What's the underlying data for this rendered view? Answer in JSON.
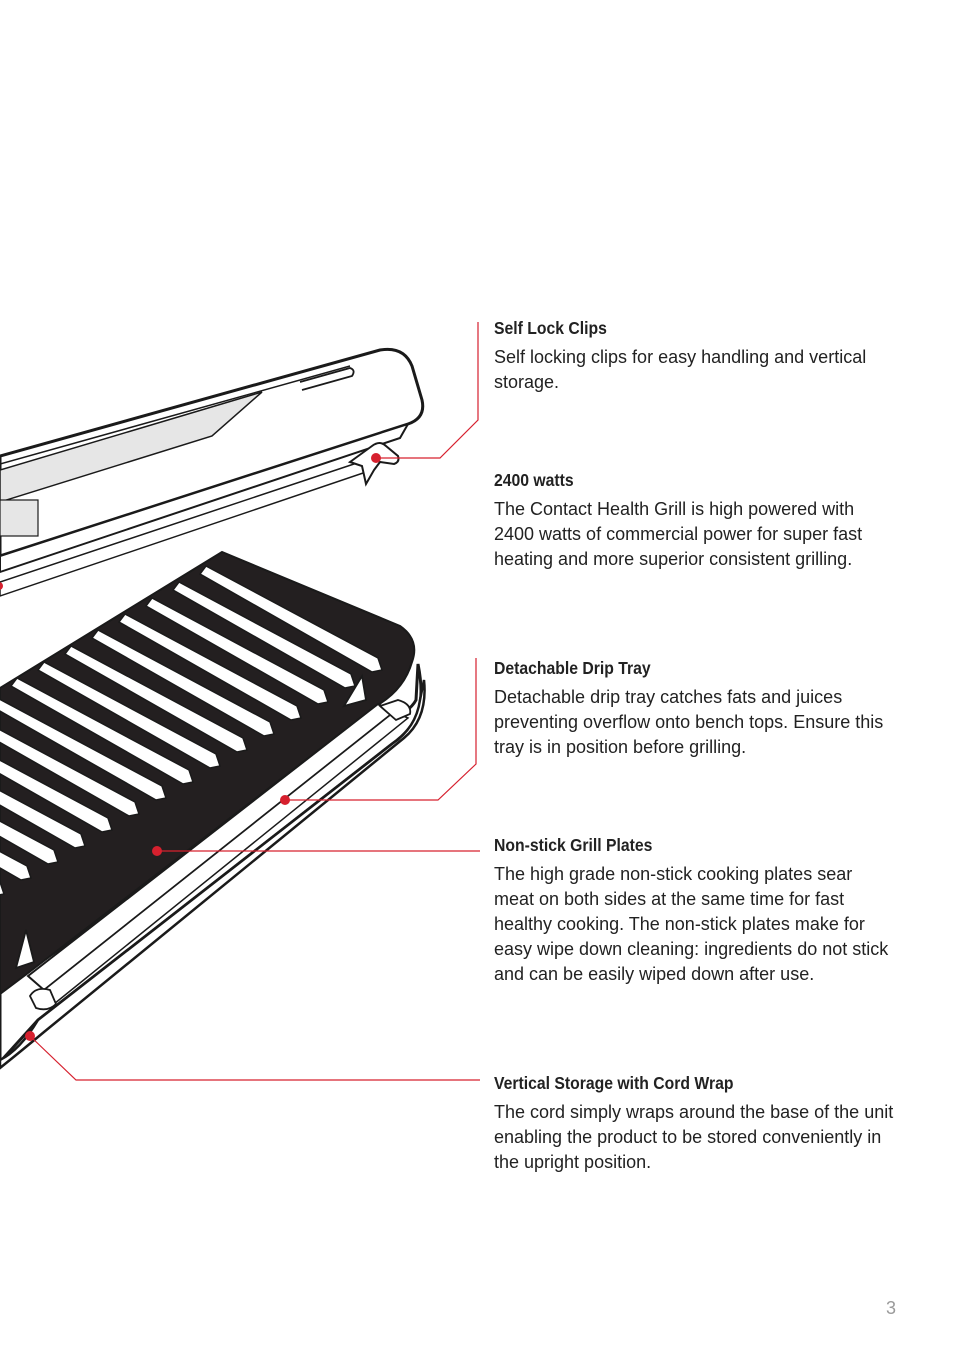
{
  "page_number": "3",
  "colors": {
    "callout": "#d6202e",
    "outline": "#1a1a1a",
    "plate": "#231f20",
    "panel": "#e6e6e6"
  },
  "features": [
    {
      "title": "Self Lock Clips",
      "text": "Self locking clips for easy handling and vertical storage."
    },
    {
      "title": "2400 watts",
      "text": "The Contact Health Grill is high powered with 2400 watts of commercial power for super fast heating and more superior consistent grilling."
    },
    {
      "title": "Detachable Drip Tray",
      "text": "Detachable drip tray catches fats and juices preventing overflow onto bench tops. Ensure this tray is in position before grilling."
    },
    {
      "title": "Non-stick Grill Plates",
      "text": "The high grade non-stick cooking plates sear meat on both sides at the same time for fast healthy cooking. The non-stick plates make for easy wipe down cleaning: ingredients do not stick and can be easily wiped down after use."
    },
    {
      "title": "Vertical Storage with Cord Wrap",
      "text": "The cord simply wraps around the base of the unit enabling the product to be stored conveniently in the upright position."
    }
  ]
}
